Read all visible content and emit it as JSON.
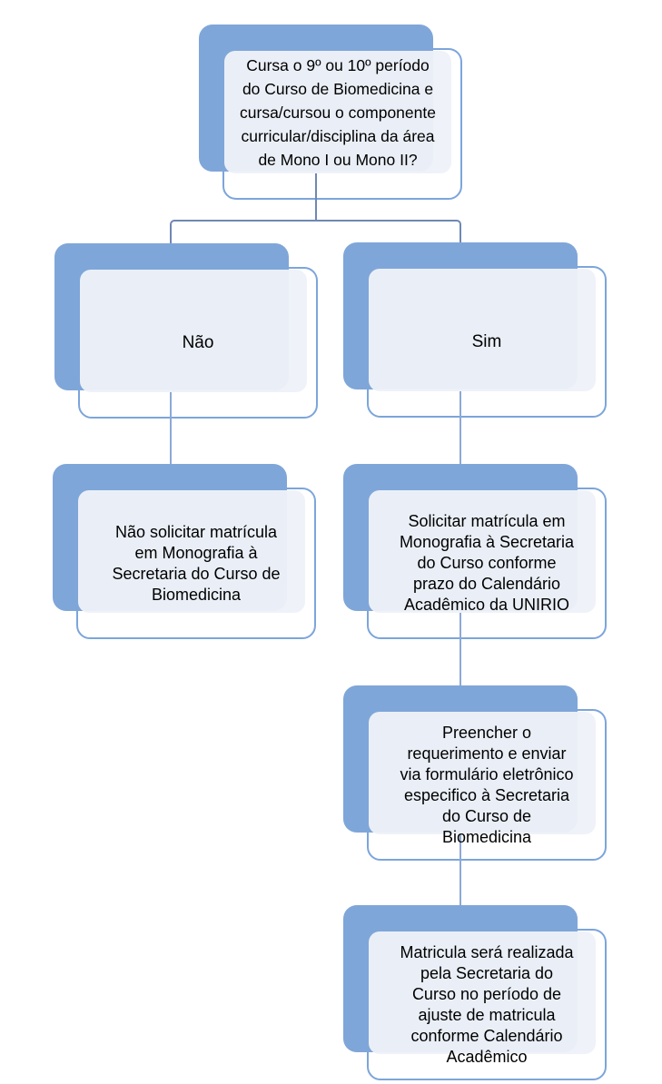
{
  "diagram": {
    "type": "flowchart",
    "nodes": [
      {
        "id": "question",
        "text": "Cursa o 9º ou 10º período\ndo Curso de Biomedicina e\ncursa/cursou o componente\ncurricular/disciplina da área\nde Mono I ou Mono II?"
      },
      {
        "id": "answer-no",
        "text": "Não"
      },
      {
        "id": "answer-yes",
        "text": "Sim"
      },
      {
        "id": "no-outcome",
        "text": "Não solicitar matrícula\nem Monografia à\nSecretaria do Curso de\nBiomedicina"
      },
      {
        "id": "yes-step-1",
        "text": "Solicitar matrícula em\nMonografia à Secretaria\ndo Curso conforme\nprazo do Calendário\nAcadêmico da UNIRIO"
      },
      {
        "id": "yes-step-2",
        "text": "Preencher o\nrequerimento e enviar\nvia formulário eletrônico\nespecifico à Secretaria\ndo Curso de\nBiomedicina"
      },
      {
        "id": "yes-step-3",
        "text": "Matricula será realizada\npela Secretaria do\nCurso no período de\najuste de matricula\nconforme Calendário\nAcadêmico"
      }
    ],
    "edges": [
      {
        "from": "question",
        "to": "answer-no"
      },
      {
        "from": "question",
        "to": "answer-yes"
      },
      {
        "from": "answer-no",
        "to": "no-outcome"
      },
      {
        "from": "answer-yes",
        "to": "yes-step-1"
      },
      {
        "from": "yes-step-1",
        "to": "yes-step-2"
      },
      {
        "from": "yes-step-2",
        "to": "yes-step-3"
      }
    ],
    "colors": {
      "node_fill": "#7fa6d9",
      "node_border": "#7ca5db",
      "panel_fill": "#eef1f8",
      "branch_connector": "#6f88b3",
      "chain_connector": "#8ca9d6",
      "text": "#000000",
      "background": "#ffffff"
    }
  }
}
